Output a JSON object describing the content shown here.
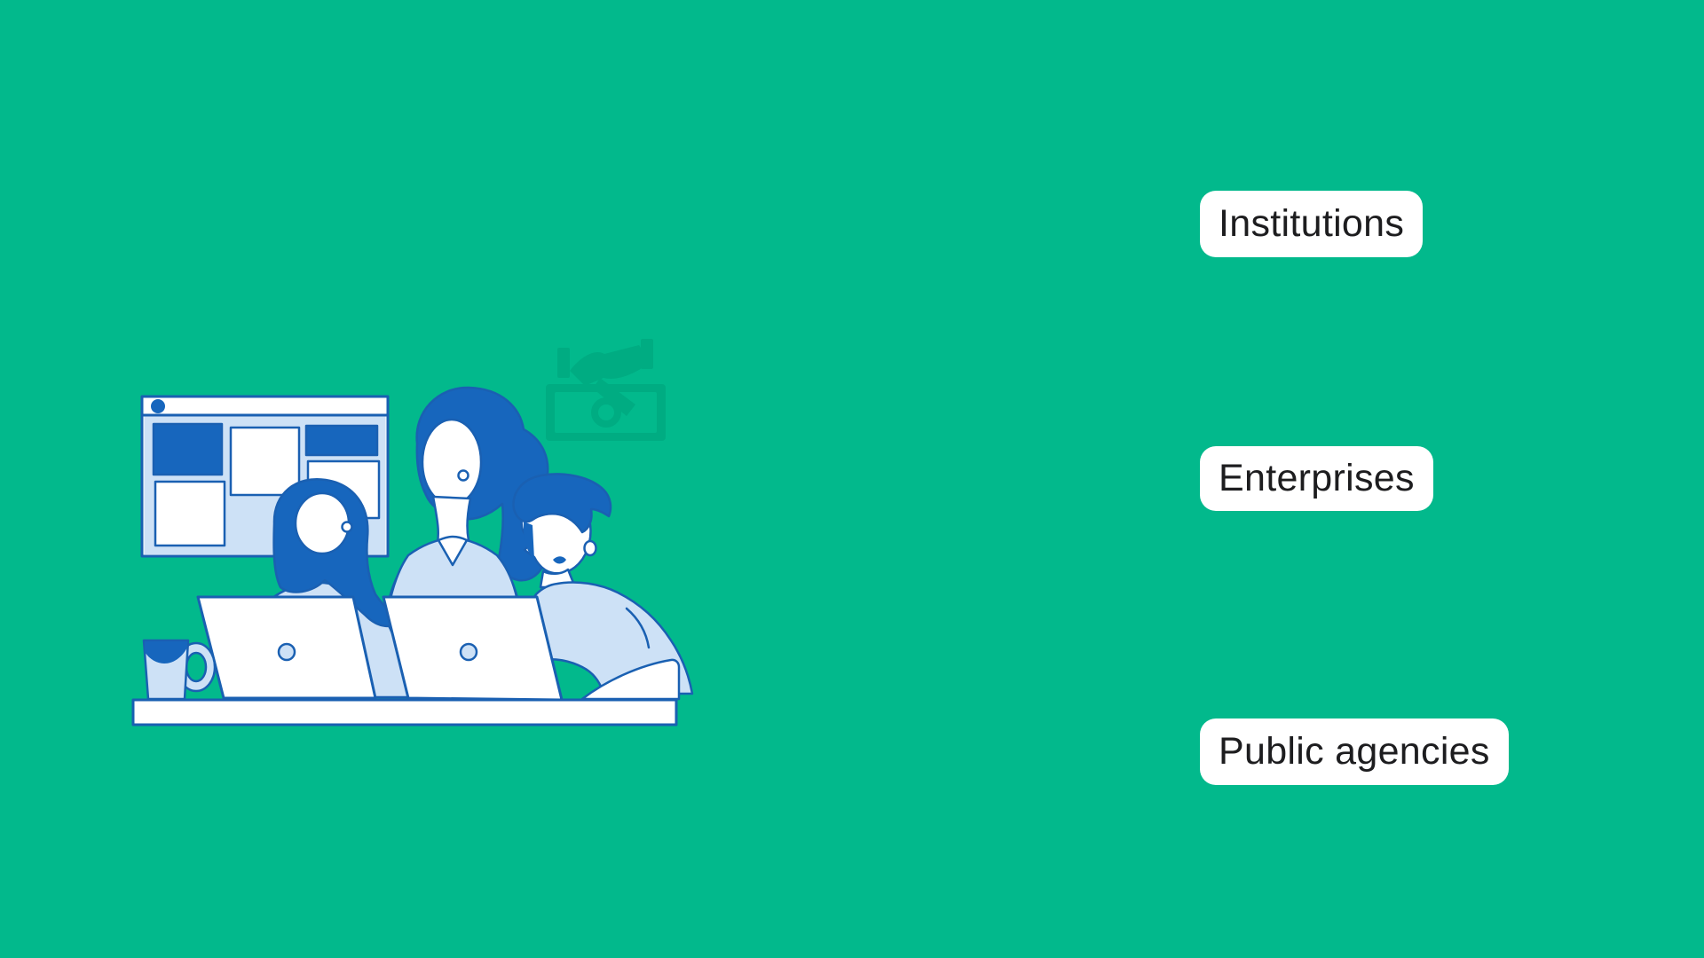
{
  "theme": {
    "bg": "#02b98c",
    "chip-bg": "#ffffff",
    "chip-text": "#1d1d1f",
    "ill-outline": "#1a60b2",
    "ill-dark": "#1766bd",
    "ill-light": "#cde1f6",
    "ill-white": "#ffffff",
    "ill-watermark": "#00a37b"
  },
  "chips": [
    {
      "id": "institutions",
      "label": "Institutions"
    },
    {
      "id": "enterprises",
      "label": "Enterprises"
    },
    {
      "id": "public-agencies",
      "label": "Public agencies"
    }
  ],
  "illustration": {
    "name": "team-working-on-laptops",
    "parts": [
      "handshake-banknote-watermark",
      "browser-window",
      "standing-woman",
      "sitting-woman",
      "man",
      "laptop-left",
      "laptop-right",
      "coffee-mug",
      "desk"
    ]
  }
}
